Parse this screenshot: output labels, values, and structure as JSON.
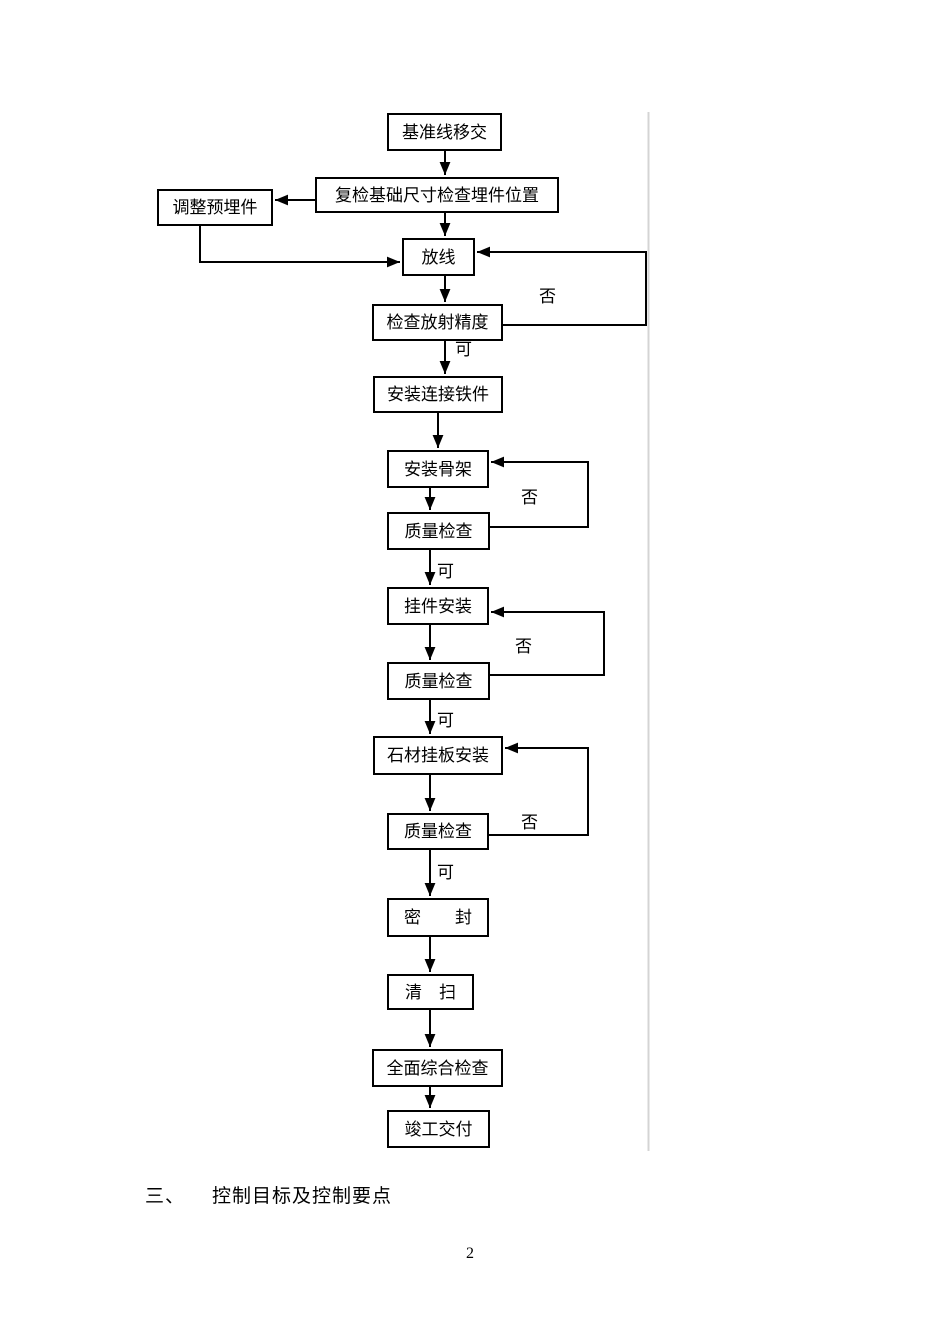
{
  "page": {
    "number": "2",
    "background": "#ffffff"
  },
  "heading": {
    "index": "三、",
    "title": "控制目标及控制要点"
  },
  "colors": {
    "flow_line": "#000000",
    "box_border": "#000000",
    "text": "#000000",
    "column_divider": "#d4d4d4"
  },
  "flowchart": {
    "labels": {
      "yes": "可",
      "no": "否"
    },
    "nodes": [
      {
        "id": "baseline-handover",
        "label": "基准线移交"
      },
      {
        "id": "recheck-foundation-dimensions",
        "label": "复检基础尺寸检查埋件位置"
      },
      {
        "id": "adjust-embedded-parts",
        "label": "调整预埋件"
      },
      {
        "id": "setting-out",
        "label": "放线"
      },
      {
        "id": "check-setting-out-precision",
        "label": "检查放射精度"
      },
      {
        "id": "install-connecting-iron",
        "label": "安装连接铁件"
      },
      {
        "id": "install-skeleton",
        "label": "安装骨架"
      },
      {
        "id": "quality-check-1",
        "label": "质量检查"
      },
      {
        "id": "hanger-installation",
        "label": "挂件安装"
      },
      {
        "id": "quality-check-2",
        "label": "质量检查"
      },
      {
        "id": "stone-panel-installation",
        "label": "石材挂板安装"
      },
      {
        "id": "quality-check-3",
        "label": "质量检查"
      },
      {
        "id": "sealing",
        "label": "密　　封"
      },
      {
        "id": "cleaning",
        "label": "清　扫"
      },
      {
        "id": "comprehensive-inspection",
        "label": "全面综合检查"
      },
      {
        "id": "completion-handover",
        "label": "竣工交付"
      }
    ],
    "edges": [
      {
        "from": "baseline-handover",
        "to": "recheck-foundation-dimensions",
        "label": ""
      },
      {
        "from": "recheck-foundation-dimensions",
        "to": "adjust-embedded-parts",
        "label": ""
      },
      {
        "from": "adjust-embedded-parts",
        "to": "setting-out",
        "label": ""
      },
      {
        "from": "recheck-foundation-dimensions",
        "to": "setting-out",
        "label": ""
      },
      {
        "from": "setting-out",
        "to": "check-setting-out-precision",
        "label": ""
      },
      {
        "from": "check-setting-out-precision",
        "to": "setting-out",
        "label": "否"
      },
      {
        "from": "check-setting-out-precision",
        "to": "install-connecting-iron",
        "label": "可"
      },
      {
        "from": "install-connecting-iron",
        "to": "install-skeleton",
        "label": ""
      },
      {
        "from": "install-skeleton",
        "to": "quality-check-1",
        "label": ""
      },
      {
        "from": "quality-check-1",
        "to": "install-skeleton",
        "label": "否"
      },
      {
        "from": "quality-check-1",
        "to": "hanger-installation",
        "label": "可"
      },
      {
        "from": "hanger-installation",
        "to": "quality-check-2",
        "label": ""
      },
      {
        "from": "quality-check-2",
        "to": "hanger-installation",
        "label": "否"
      },
      {
        "from": "quality-check-2",
        "to": "stone-panel-installation",
        "label": "可"
      },
      {
        "from": "stone-panel-installation",
        "to": "quality-check-3",
        "label": ""
      },
      {
        "from": "quality-check-3",
        "to": "stone-panel-installation",
        "label": "否"
      },
      {
        "from": "quality-check-3",
        "to": "sealing",
        "label": "可"
      },
      {
        "from": "sealing",
        "to": "cleaning",
        "label": ""
      },
      {
        "from": "cleaning",
        "to": "comprehensive-inspection",
        "label": ""
      },
      {
        "from": "comprehensive-inspection",
        "to": "completion-handover",
        "label": ""
      }
    ]
  }
}
